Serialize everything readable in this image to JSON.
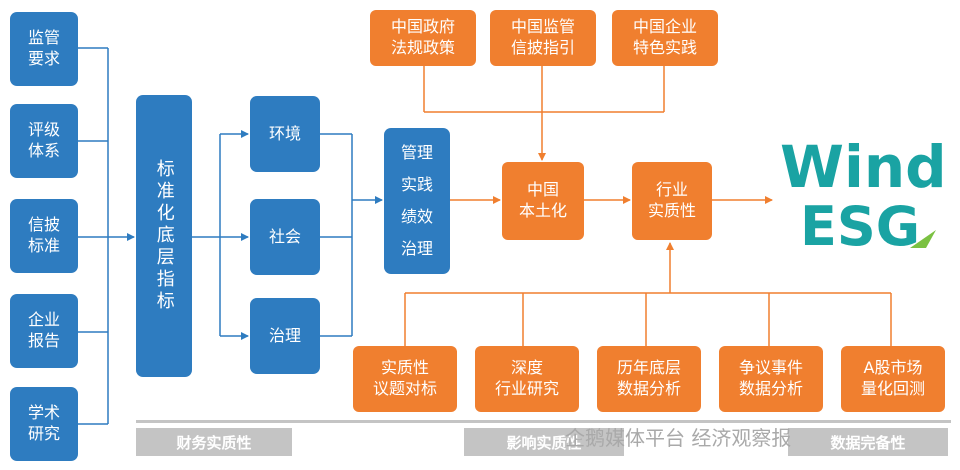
{
  "left_column": [
    {
      "label": "监管\n要求"
    },
    {
      "label": "评级\n体系"
    },
    {
      "label": "信披\n标准"
    },
    {
      "label": "企业\n报告"
    },
    {
      "label": "学术\n研究"
    }
  ],
  "standard_box": {
    "label": "标准化底层指标"
  },
  "dimensions": [
    {
      "label": "环境"
    },
    {
      "label": "社会"
    },
    {
      "label": "治理"
    }
  ],
  "management_box": {
    "label": "管理\n实践\n绩效\n治理"
  },
  "top_inputs": [
    {
      "label": "中国政府\n法规政策"
    },
    {
      "label": "中国监管\n信披指引"
    },
    {
      "label": "中国企业\n特色实践"
    }
  ],
  "china_box": {
    "label": "中国\n本土化"
  },
  "industry_box": {
    "label": "行业\n实质性"
  },
  "bottom_inputs": [
    {
      "label": "实质性\n议题对标"
    },
    {
      "label": "深度\n行业研究"
    },
    {
      "label": "历年底层\n数据分析"
    },
    {
      "label": "争议事件\n数据分析"
    },
    {
      "label": "A股市场\n量化回测"
    }
  ],
  "logo": {
    "line1": "Wind",
    "line2": "ESG"
  },
  "footer_bars": [
    {
      "label": "财务实质性"
    },
    {
      "label": "影响实质性"
    },
    {
      "label": "数据完备性"
    }
  ],
  "watermark": "企鹅媒体平台 经济观察报",
  "colors": {
    "blue": "#2e7cc0",
    "orange": "#f07f2f",
    "teal": "#1aa3a3",
    "gray": "#c4c4c4"
  }
}
